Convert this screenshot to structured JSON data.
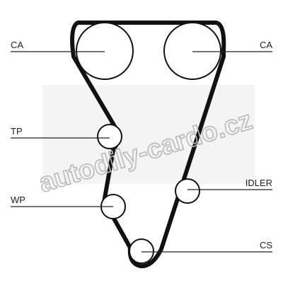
{
  "labels": {
    "ca_left": "CA",
    "ca_right": "CA",
    "tp": "TP",
    "idler": "IDLER",
    "wp": "WP",
    "cs": "CS"
  },
  "watermark": "autodily-cardo.cz",
  "colors": {
    "belt": "#111111",
    "text": "#222222",
    "watermark": "#b9b9b9"
  }
}
